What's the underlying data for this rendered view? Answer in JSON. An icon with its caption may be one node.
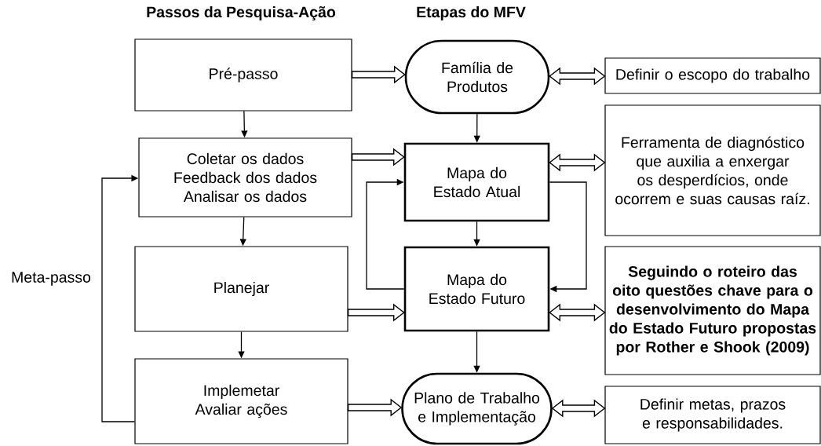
{
  "diagram": {
    "nodes": [
      {
        "text": [
          "Pré-passo"
        ]
      },
      {
        "text": [
          "Coletar os dados",
          "Feedback dos dados",
          "Analisar os dados"
        ]
      },
      {
        "text": [
          "Planejar"
        ]
      },
      {
        "text": [
          "Implemetar",
          "Avaliar ações"
        ]
      },
      {
        "text": [
          "Família de Produtos"
        ]
      },
      {
        "text": [
          "Mapa do Estado Atual"
        ]
      },
      {
        "text": [
          "Mapa do Estado Futuro"
        ]
      },
      {
        "text": [
          "Plano de Trabalho e Implementação"
        ]
      },
      {
        "text": [
          "Definir o escopo do trabalho"
        ]
      },
      {
        "text": [
          "Ferramenta de diagnóstico que auxilia a enxergar os desperdícios, onde ocorrem e suas causas raíz."
        ]
      },
      {
        "text": [
          "Seguindo o roteiro das oito questões chave para o desenvolvimento do Mapa do Estado Futuro propostas por Rother e Shook (2009)"
        ]
      },
      {
        "text": [
          "Definir metas, prazos e responsabilidades."
        ]
      }
    ],
    "edges": [
      {
        "from": 0,
        "to": 1,
        "arrow": "to"
      },
      {
        "from": 1,
        "to": 2,
        "arrow": "to"
      },
      {
        "from": 2,
        "to": 3,
        "arrow": "to"
      },
      {
        "from": 3,
        "to": 1,
        "arrow": "to"
      },
      {
        "from": 0,
        "to": 4,
        "arrow": "to",
        "style": "thick"
      },
      {
        "from": 1,
        "to": 5,
        "arrow": "to",
        "style": "thick"
      },
      {
        "from": 2,
        "to": 6,
        "arrow": "to",
        "style": "thick"
      },
      {
        "from": 3,
        "to": 7,
        "arrow": "to",
        "style": "thick"
      },
      {
        "from": 4,
        "to": 5,
        "arrow": "to"
      },
      {
        "from": 5,
        "to": 6,
        "arrow": "to"
      },
      {
        "from": 6,
        "to": 7,
        "arrow": "to"
      },
      {
        "from": 6,
        "to": 5,
        "arrow": "to"
      },
      {
        "from": 5,
        "to": 6,
        "arrow": "to"
      },
      {
        "from": 4,
        "to": 8,
        "arrow": "both",
        "style": "thick"
      },
      {
        "from": 5,
        "to": 9,
        "arrow": "both",
        "style": "thick"
      },
      {
        "from": 6,
        "to": 10,
        "arrow": "both",
        "style": "thick"
      },
      {
        "from": 7,
        "to": 11,
        "arrow": "both",
        "style": "thick"
      }
    ],
    "labels": [
      "Passos da Pesquisa-Ação",
      "Etapas do MFV",
      "Meta-passo"
    ]
  }
}
